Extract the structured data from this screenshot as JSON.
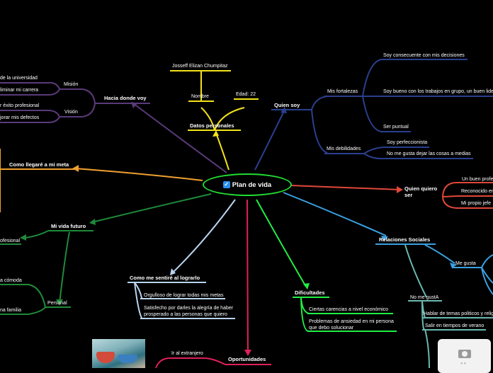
{
  "center": {
    "title": "Plan de vida"
  },
  "datos_personales": {
    "label": "Datos personales",
    "nombre": "Nombre",
    "nombre_value": "Josseff Elizan Chumpitaz",
    "edad": "Edad: 22"
  },
  "quien_soy": {
    "label": "Quien soy",
    "fortalezas": "Mis fortalezas",
    "fortalezas_items": [
      "Soy consecuente con mis decisiones",
      "Soy bueno con los trabajos en grupo, un buen lider",
      "Ser puntual"
    ],
    "debilidades": "Mis debilidades",
    "debilidades_items": [
      "Soy perfeccionista",
      "No me gusta dejar las cosas a medias"
    ]
  },
  "quien_quiero_ser": {
    "label": "Quien quiero ser",
    "items": [
      "Un buen profe",
      "Reconocido en",
      "Mi propio jefe"
    ]
  },
  "relaciones": {
    "label": "Relaciones Sociales",
    "me_gusta": "Me gusta",
    "no_me_gusta": "No me gustA",
    "no_items": [
      "Hablar de temas politicos y relig",
      "Salir en tiempos de verano"
    ]
  },
  "dificultades": {
    "label": "Dificultades",
    "items": [
      "Ciertas carencias a nivel económico",
      "Problemas de ansiedad en mi persona que debo solucionar"
    ]
  },
  "oportunidades": {
    "label": "Oportunidades",
    "items": [
      "Ir al extranjero"
    ]
  },
  "como_sentire": {
    "label": "Como me sentiré al lograrlo",
    "items": [
      "Orgulloso de lograr todas mis metas",
      "Satisfecho por darles la alegría de haber prosperado  a las personas que quiero"
    ]
  },
  "mi_vida_futuro": {
    "label": "Mi vida  futuro",
    "profesional": "ofesional",
    "personal": "Personal",
    "personal_items": [
      "a cómoda",
      "na familia"
    ]
  },
  "como_llegare": {
    "label": "Como llegaré a mi meta"
  },
  "hacia_donde": {
    "label": "Hacia donde voy",
    "mision": "Misión",
    "mision_items": [
      "de la universidad",
      "liminar mi carrera"
    ],
    "vision": "Visión",
    "vision_items": [
      "r éxito profesional",
      "jorar mis defectos"
    ]
  },
  "colors": {
    "green": "#22dd33",
    "yellow": "#f2e21a",
    "navy": "#2a3f8f",
    "red": "#e0483a",
    "sky": "#3aa0e0",
    "teal": "#6ab8b0",
    "lime": "#22ee44",
    "pink": "#e0205a",
    "lightblue": "#b8d4ef",
    "darkgreen": "#1e8a3a",
    "orange": "#f0a030",
    "purple": "#5a3a7a"
  }
}
